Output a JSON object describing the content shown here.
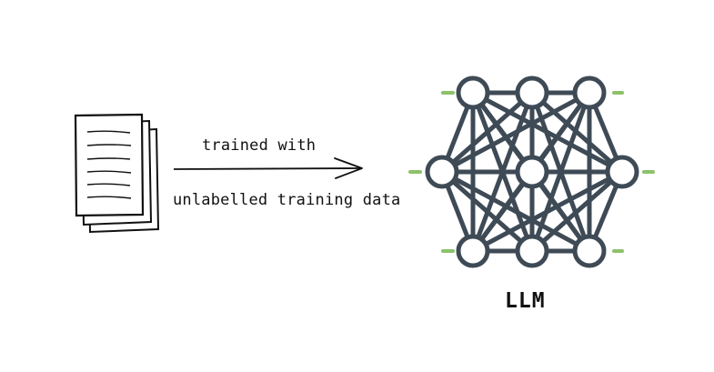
{
  "diagram": {
    "edge_label_top": "trained with",
    "edge_label_bottom": "unlabelled training data",
    "model_label": "LLM"
  },
  "colors": {
    "ink": "#111111",
    "network": "#3e4a55",
    "accent_green": "#8dc16a",
    "paper": "#ffffff"
  },
  "icons": {
    "source": "document-stack-icon",
    "flow": "arrow-right-icon",
    "model": "neural-network-icon"
  }
}
